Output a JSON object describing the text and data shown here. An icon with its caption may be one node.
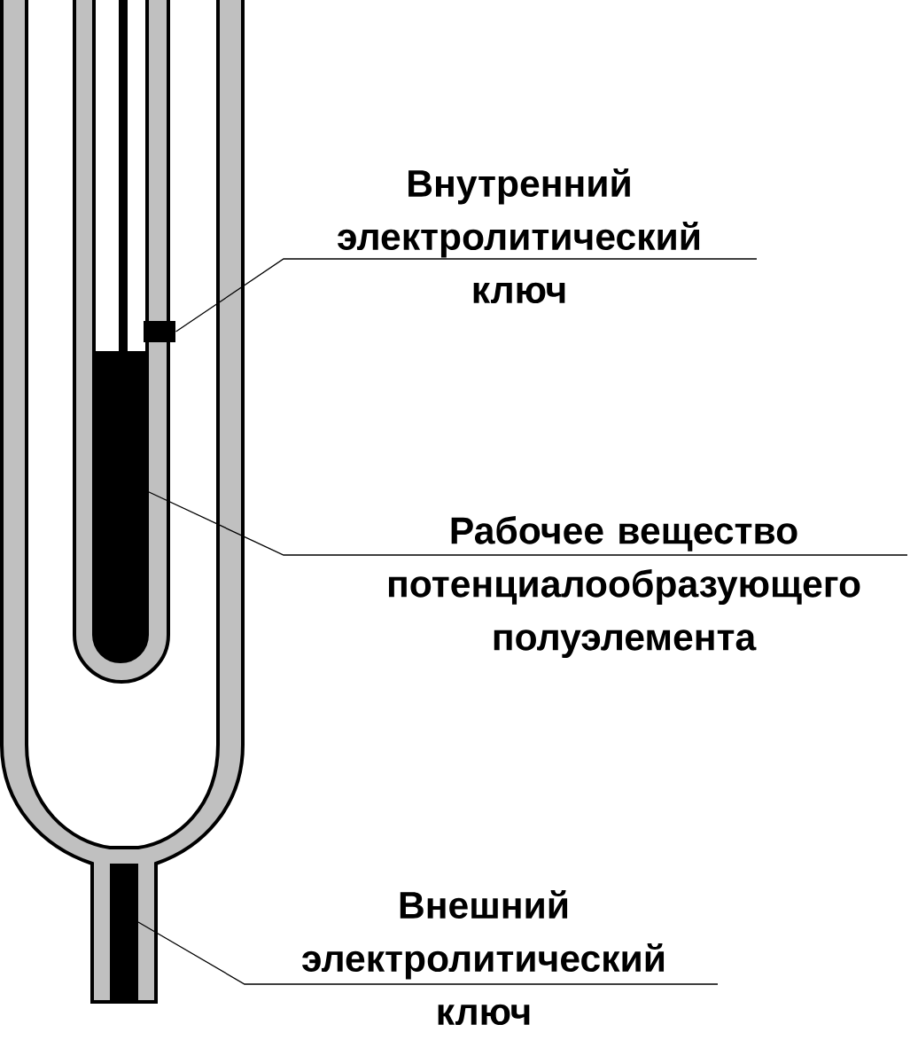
{
  "diagram": {
    "nodes": [
      {
        "text": [
          "Внутренний электролитический ключ"
        ]
      },
      {
        "text": [
          "Рабочее вещество потенциалообразующего полуэлемента"
        ]
      },
      {
        "text": [
          "Внешний электролитический ключ"
        ]
      },
      {
        "text": [],
        "shape": "box"
      },
      {
        "text": [],
        "shape": "bar"
      },
      {
        "text": [],
        "shape": "box"
      }
    ],
    "edges": [
      {
        "from": 0,
        "to": 3,
        "arrow": "none"
      },
      {
        "from": 1,
        "to": 4,
        "arrow": "none"
      },
      {
        "from": 2,
        "to": 5,
        "arrow": "none"
      }
    ]
  }
}
